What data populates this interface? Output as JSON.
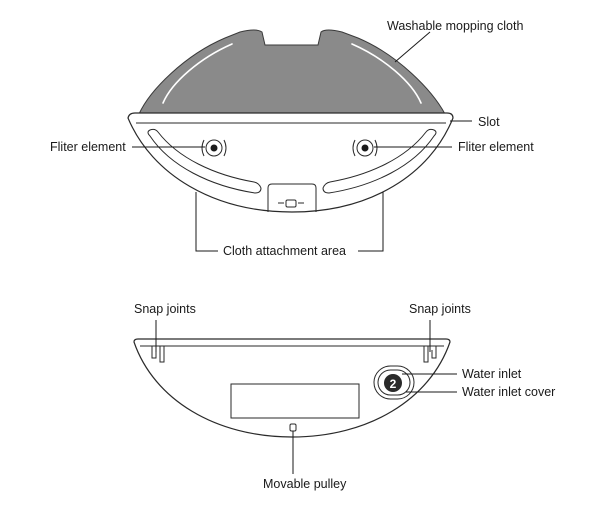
{
  "top_diagram": {
    "labels": {
      "mopping_cloth": "Washable mopping cloth",
      "slot": "Slot",
      "filter_left": "Fliter element",
      "filter_right": "Fliter element",
      "attachment_area": "Cloth attachment area"
    }
  },
  "bottom_diagram": {
    "labels": {
      "snap_left": "Snap joints",
      "snap_right": "Snap joints",
      "water_inlet": "Water inlet",
      "water_inlet_cover": "Water inlet cover",
      "movable_pulley": "Movable pulley"
    },
    "inlet_cover_mark": "2"
  }
}
